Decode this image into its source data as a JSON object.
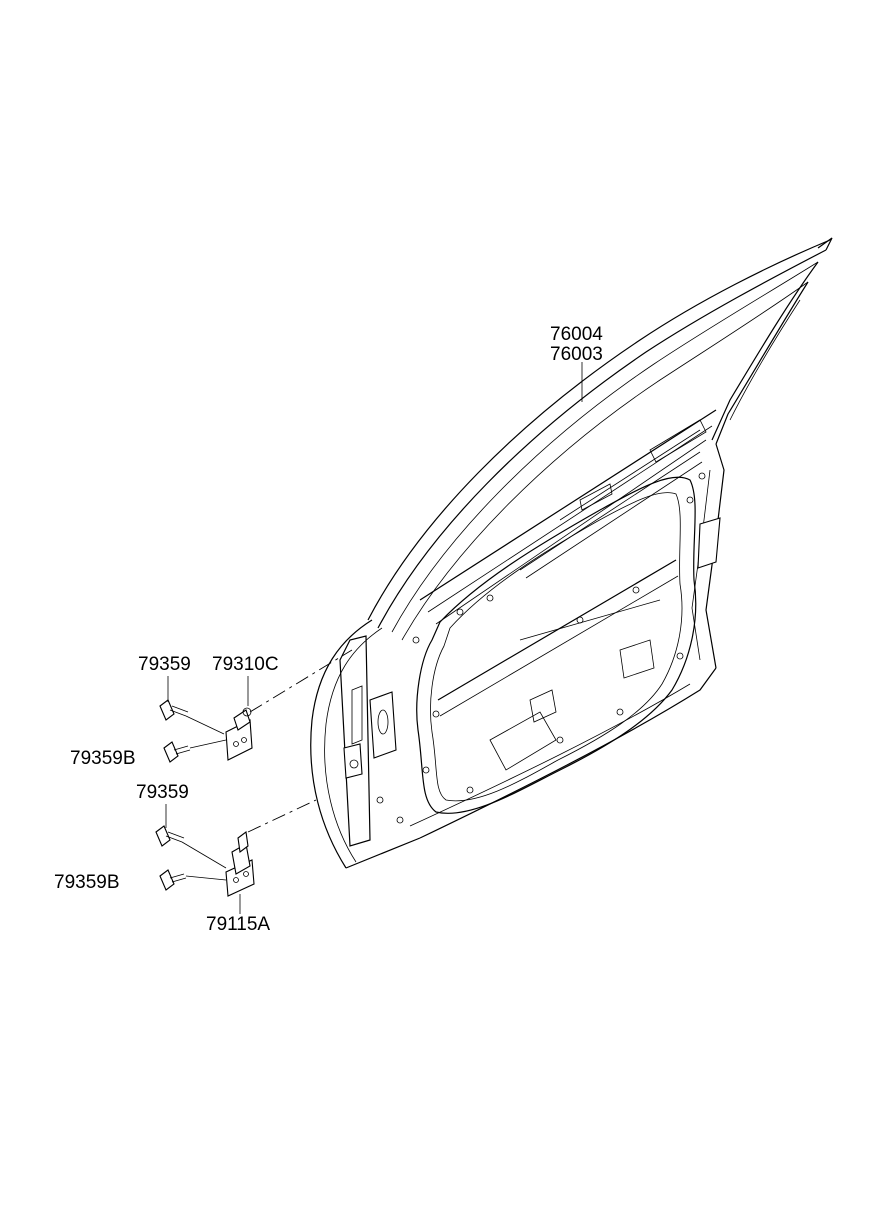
{
  "diagram": {
    "labels": {
      "door_panel_lh": "76004",
      "door_panel_rh": "76003",
      "upper_bolt": "79359",
      "upper_hinge": "79310C",
      "upper_bolt_b": "79359B",
      "lower_bolt": "79359",
      "lower_bolt_b": "79359B",
      "lower_hinge": "79115A"
    }
  }
}
